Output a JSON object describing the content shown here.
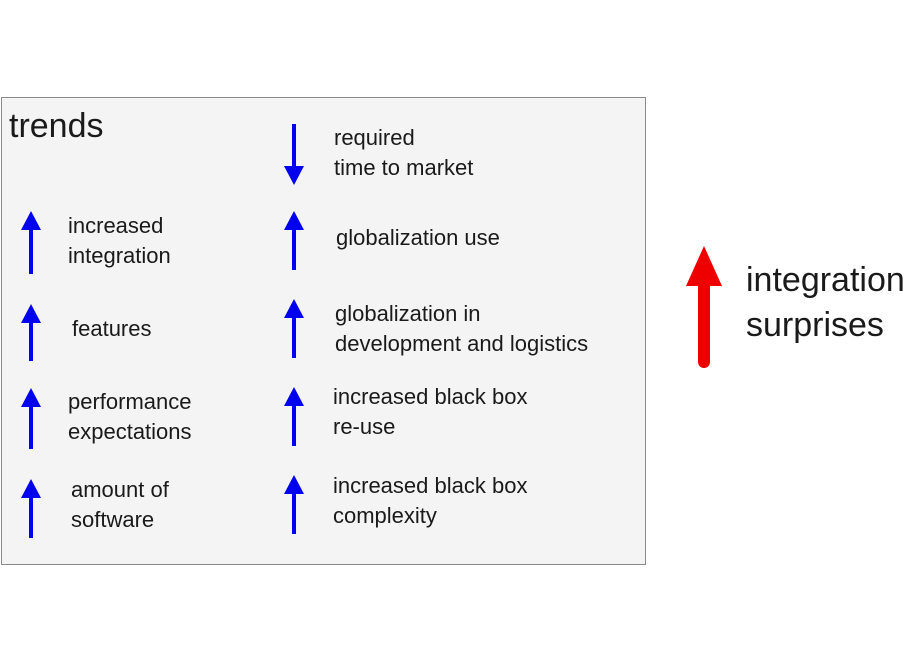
{
  "panel": {
    "title": "trends",
    "left_column": [
      {
        "direction": "up",
        "label": "increased\nintegration"
      },
      {
        "direction": "up",
        "label": "features"
      },
      {
        "direction": "up",
        "label": "performance\nexpectations"
      },
      {
        "direction": "up",
        "label": "amount of\nsoftware"
      }
    ],
    "right_column": [
      {
        "direction": "down",
        "label": "required\ntime to market"
      },
      {
        "direction": "up",
        "label": "globalization use"
      },
      {
        "direction": "up",
        "label": "globalization in\ndevelopment and logistics"
      },
      {
        "direction": "up",
        "label": "increased black box\nre-use"
      },
      {
        "direction": "up",
        "label": "increased black box\ncomplexity"
      }
    ]
  },
  "result": {
    "direction": "up",
    "label": "integration\nsurprises"
  },
  "colors": {
    "trend_arrow": "#0000ee",
    "result_arrow": "#ee0000",
    "panel_background": "#f4f4f4"
  }
}
